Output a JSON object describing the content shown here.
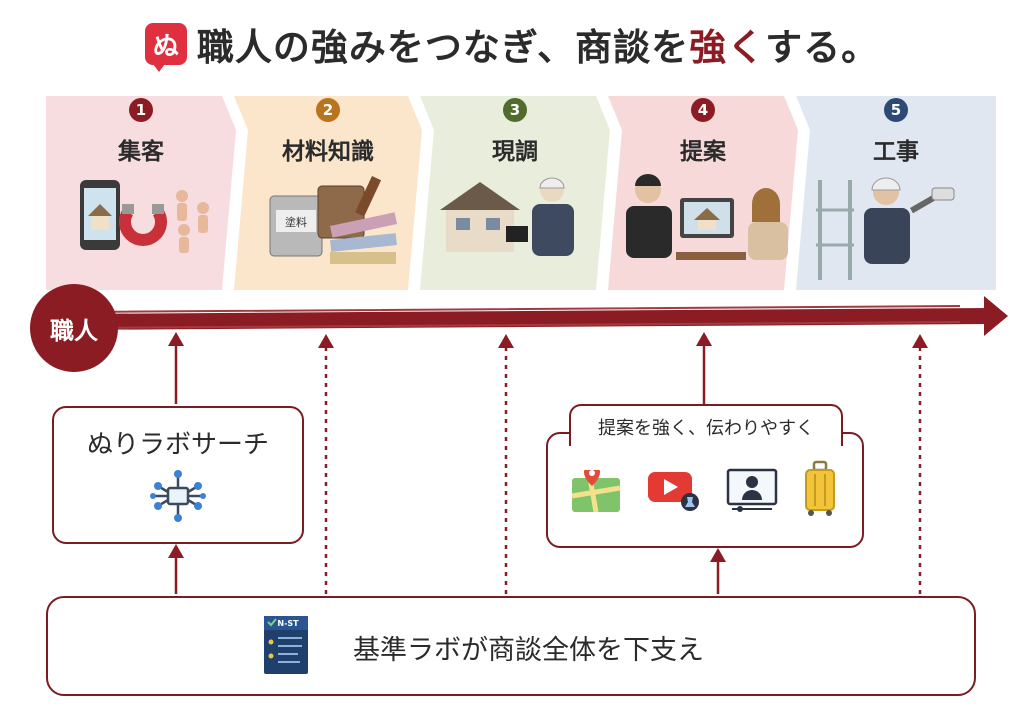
{
  "header": {
    "logo_text": "ぬ",
    "title_part1": "職人の強みをつなぎ、商談を",
    "title_accent": "強く",
    "title_part2": "する。"
  },
  "steps": [
    {
      "num": "1",
      "label": "集客",
      "tint": "#f6d9dc",
      "num_color": "#8b1c24"
    },
    {
      "num": "2",
      "label": "材料知識",
      "tint": "#fae4c8",
      "num_color": "#b8741f"
    },
    {
      "num": "3",
      "label": "現調",
      "tint": "#e5ebd6",
      "num_color": "#4f6b2e"
    },
    {
      "num": "4",
      "label": "提案",
      "tint": "#f6d5d5",
      "num_color": "#8b1c24"
    },
    {
      "num": "5",
      "label": "工事",
      "tint": "#dde5ef",
      "num_color": "#2d4a75"
    }
  ],
  "timeline": {
    "badge": "職人"
  },
  "search_box": {
    "label": "ぬりラボサーチ",
    "icon": "network-icon"
  },
  "proposal_box": {
    "label": "提案を強く、伝わりやすく",
    "icons": [
      "map-pin-icon",
      "video-play-icon",
      "presenter-icon",
      "suitcase-icon"
    ]
  },
  "foundation": {
    "label": "基準ラボが商談全体を下支え",
    "badge_text": "N-ST",
    "icon": "certificate-icon"
  },
  "colors": {
    "accent": "#8b1c24",
    "border": "#7a1c22"
  }
}
